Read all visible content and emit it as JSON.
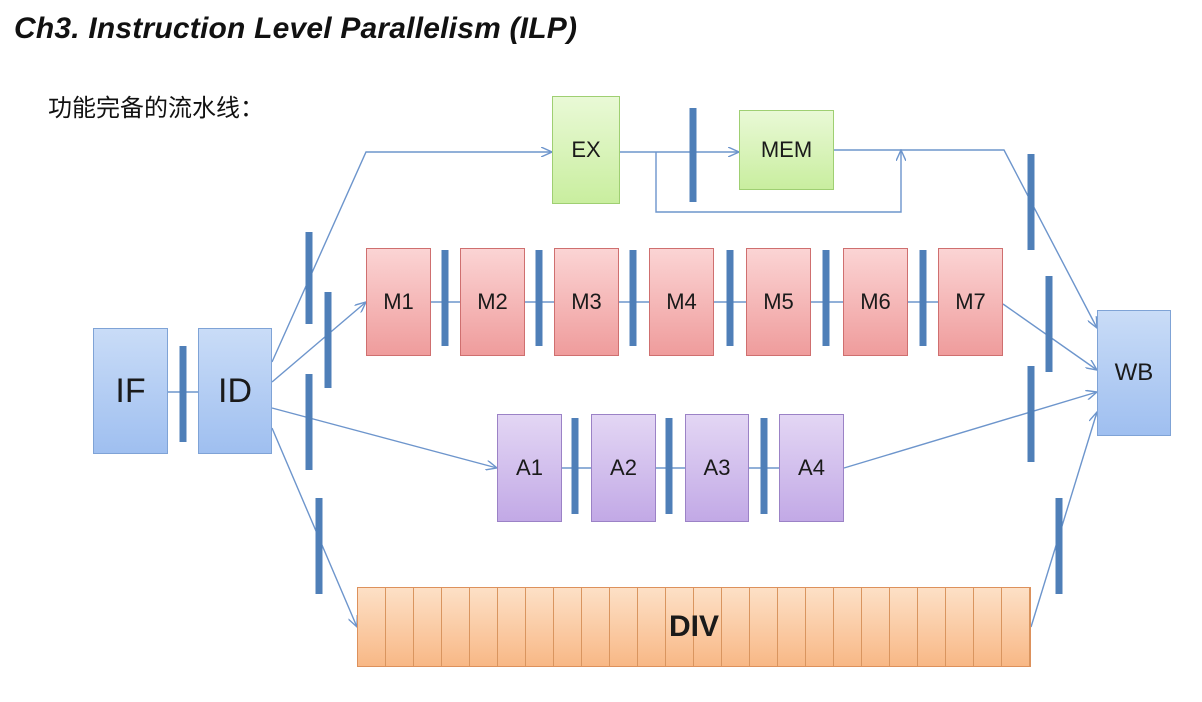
{
  "title": "Ch3. Instruction Level Parallelism (ILP)",
  "subtitle": "功能完备的流水线：",
  "stages": {
    "if": "IF",
    "id": "ID",
    "ex": "EX",
    "mem": "MEM",
    "wb": "WB",
    "div": "DIV",
    "multiply": [
      "M1",
      "M2",
      "M3",
      "M4",
      "M5",
      "M6",
      "M7"
    ],
    "add": [
      "A1",
      "A2",
      "A3",
      "A4"
    ]
  },
  "colors": {
    "if_id_wb": "#a9c6f2",
    "ex_mem": "#d4f3b4",
    "multiply": "#f4b3b3",
    "add": "#d0bdee",
    "div": "#fac8a0",
    "latch": "#4f7fb8",
    "arrow": "#6d95cc"
  }
}
